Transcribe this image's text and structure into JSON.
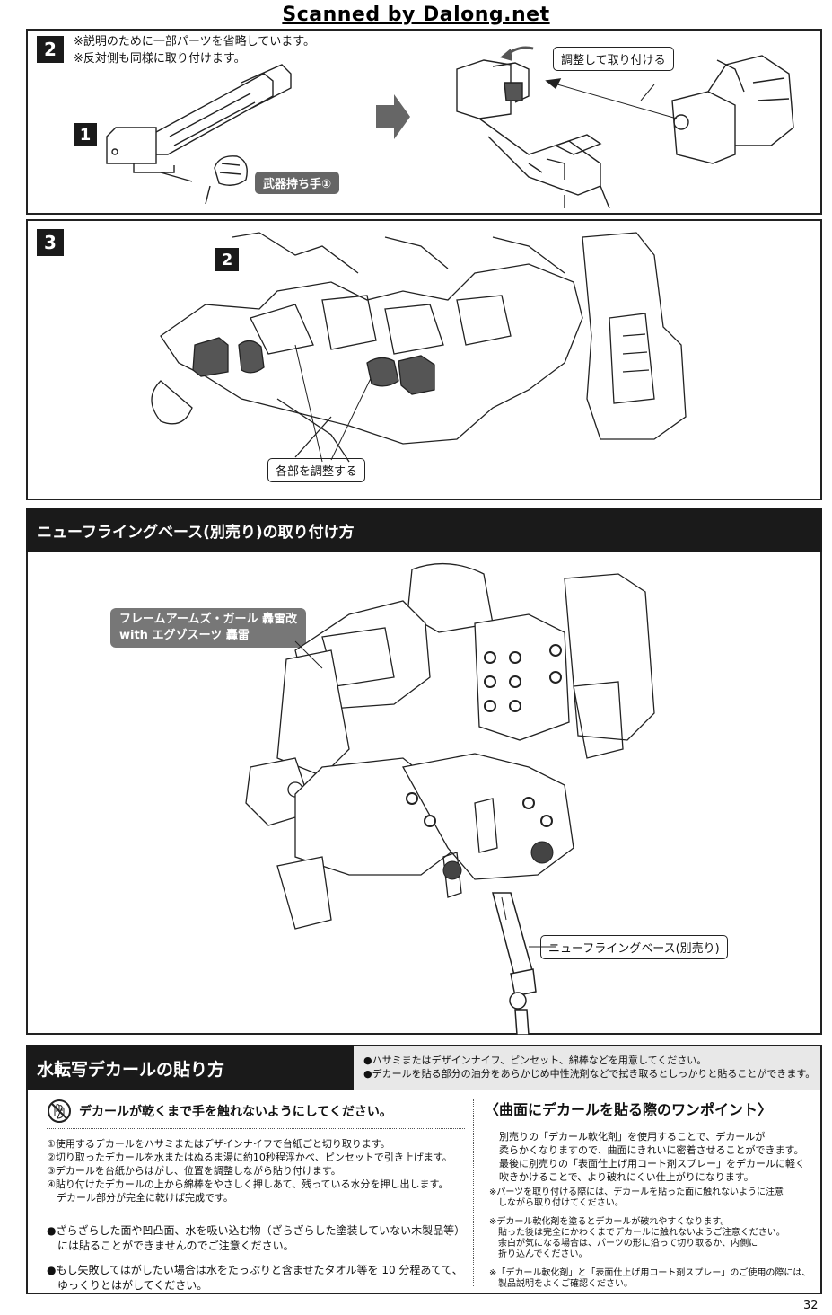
{
  "watermark": "Scanned by Dalong.net",
  "step2": {
    "number": "2",
    "notes": [
      "※説明のために一部パーツを省略しています。",
      "※反対側も同様に取り付けます。"
    ],
    "sub_number": "1",
    "part_label": "武器持ち手①",
    "adjust_label": "調整して取り付ける"
  },
  "step3": {
    "number": "3",
    "sub_number": "2",
    "adjust_label": "各部を調整する"
  },
  "flying_base": {
    "header": "ニューフライングベース(別売り)の取り付け方",
    "model_label_line1": "フレームアームズ・ガール 轟雷改",
    "model_label_line2": "with エグゾスーツ 轟雷",
    "base_label": "ニューフライングベース(別売り)"
  },
  "decal": {
    "header": "水転写デカールの貼り方",
    "tools_notes": [
      "●ハサミまたはデザインナイフ、ピンセット、綿棒などを用意してください。",
      "●デカールを貼る部分の油分をあらかじめ中性洗剤などで拭き取るとしっかりと貼ることができます。"
    ],
    "warning_title": "デカールが乾くまで手を触れないようにしてください。",
    "steps": [
      "①使用するデカールをハサミまたはデザインナイフで台紙ごと切り取ります。",
      "②切り取ったデカールを水またはぬるま湯に約10秒程浮かべ、ピンセットで引き上げます。",
      "③デカールを台紙からはがし、位置を調整しながら貼り付けます。",
      "④貼り付けたデカールの上から綿棒をやさしく押しあて、残っている水分を押し出します。",
      "　デカール部分が完全に乾けば完成です。"
    ],
    "bullets": [
      "●ざらざらした面や凹凸面、水を吸い込む物（ざらざらした塗装していない木製品等）",
      "　には貼ることができませんのでご注意ください。",
      "●もし失敗してはがしたい場合は水をたっぷりと含ませたタオル等を 10 分程あてて、",
      "　ゆっくりとはがしてください。"
    ],
    "tip_title": "〈曲面にデカールを貼る際のワンポイント〉",
    "tip_body": [
      "別売りの「デカール軟化剤」を使用することで、デカールが",
      "柔らかくなりますので、曲面にきれいに密着させることができます。",
      "最後に別売りの「表面仕上げ用コート剤スプレー」をデカールに軽く",
      "吹きかけることで、より破れにくい仕上がりになります。"
    ],
    "tip_notes": [
      "※パーツを取り付ける際には、デカールを貼った面に触れないように注意",
      "　しながら取り付けてください。",
      "※デカール軟化剤を塗るとデカールが破れやすくなります。",
      "　貼った後は完全にかわくまでデカールに触れないようご注意ください。",
      "　余白が気になる場合は、パーツの形に沿って切り取るか、内側に",
      "　折り込んでください。",
      "※「デカール軟化剤」と「表面仕上げ用コート剤スプレー」のご使用の際には、",
      "　製品説明をよくご確認ください。"
    ]
  },
  "page_number": "32"
}
